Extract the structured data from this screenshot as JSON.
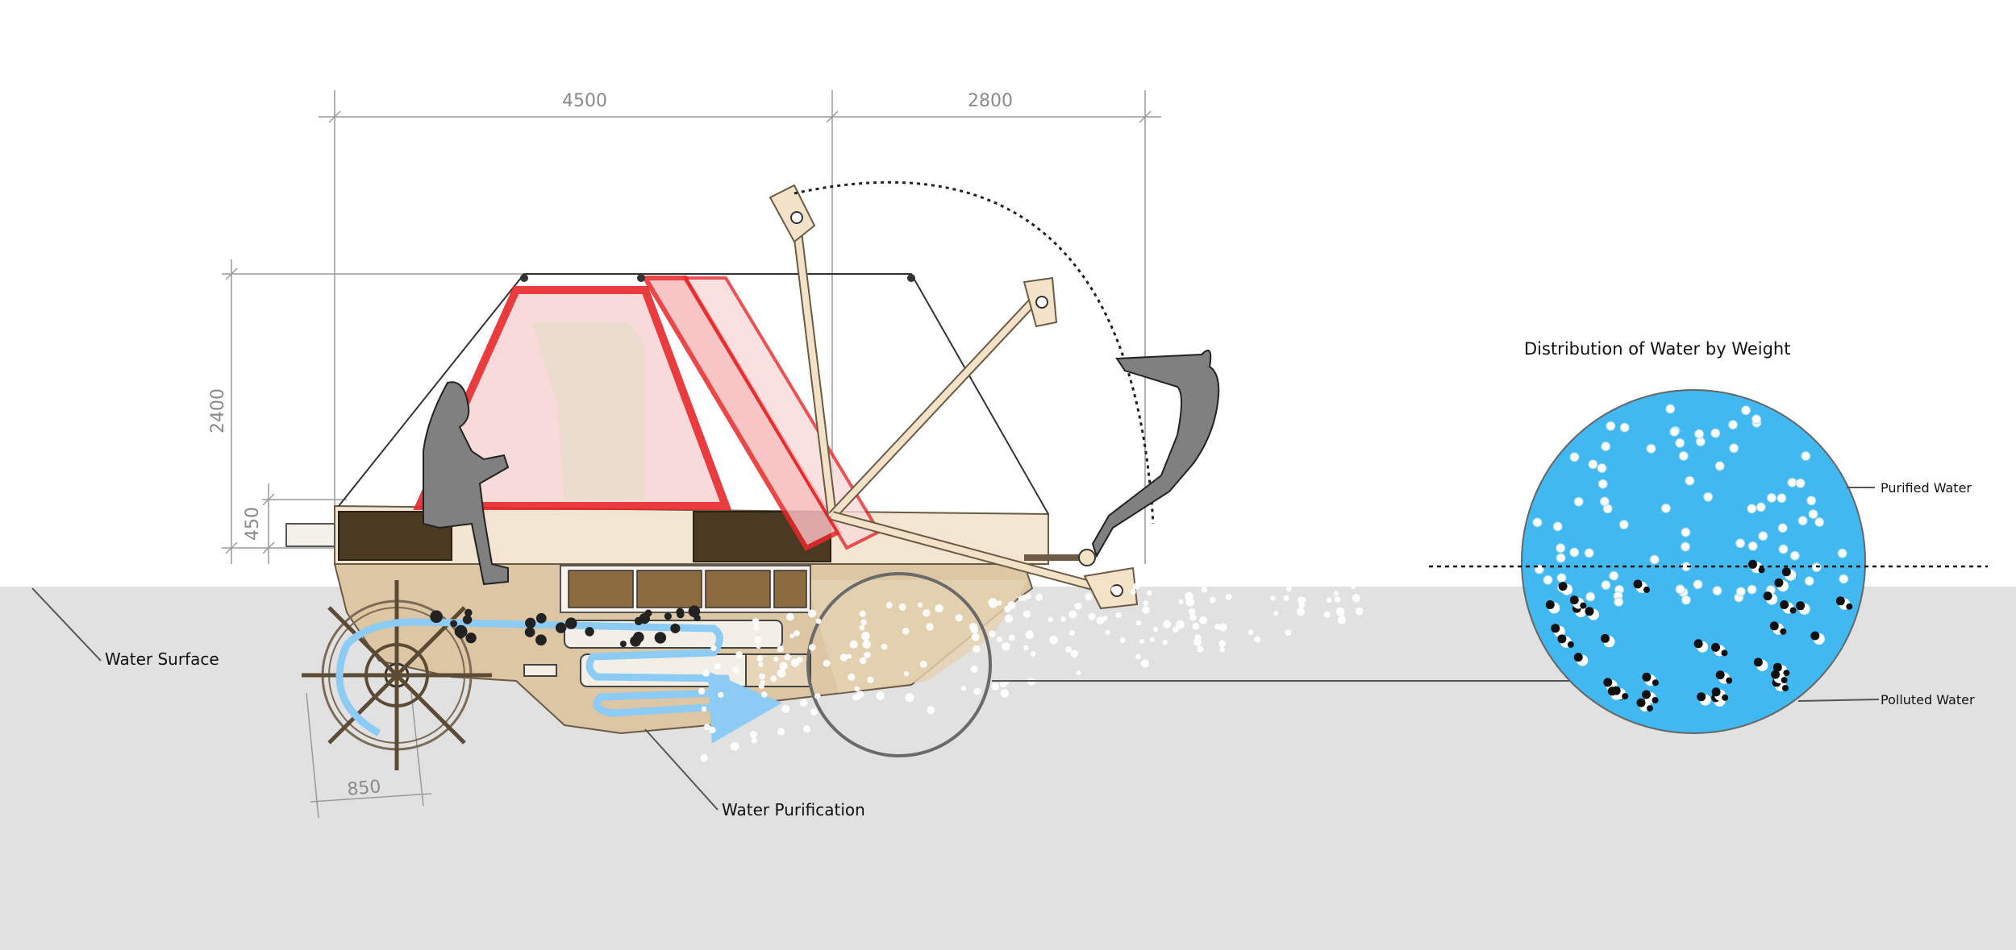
{
  "dimensions": {
    "length_front": "4500",
    "length_rear": "2800",
    "height_total": "2400",
    "height_base": "450",
    "wheel_diameter": "850"
  },
  "labels": {
    "water_surface": "Water Surface",
    "water_purification": "Water Purification"
  },
  "distribution": {
    "title": "Distribution of Water by Weight",
    "purified_label": "Purified Water",
    "polluted_label": "Polluted Water"
  },
  "colors": {
    "water_ground": "#e1e1e1",
    "circle_water": "#41b8f0",
    "flow_arrow": "#8ccbf3",
    "canopy_red": "#e8272a",
    "wood": "#d9c3a1",
    "silhouette": "#808080"
  }
}
